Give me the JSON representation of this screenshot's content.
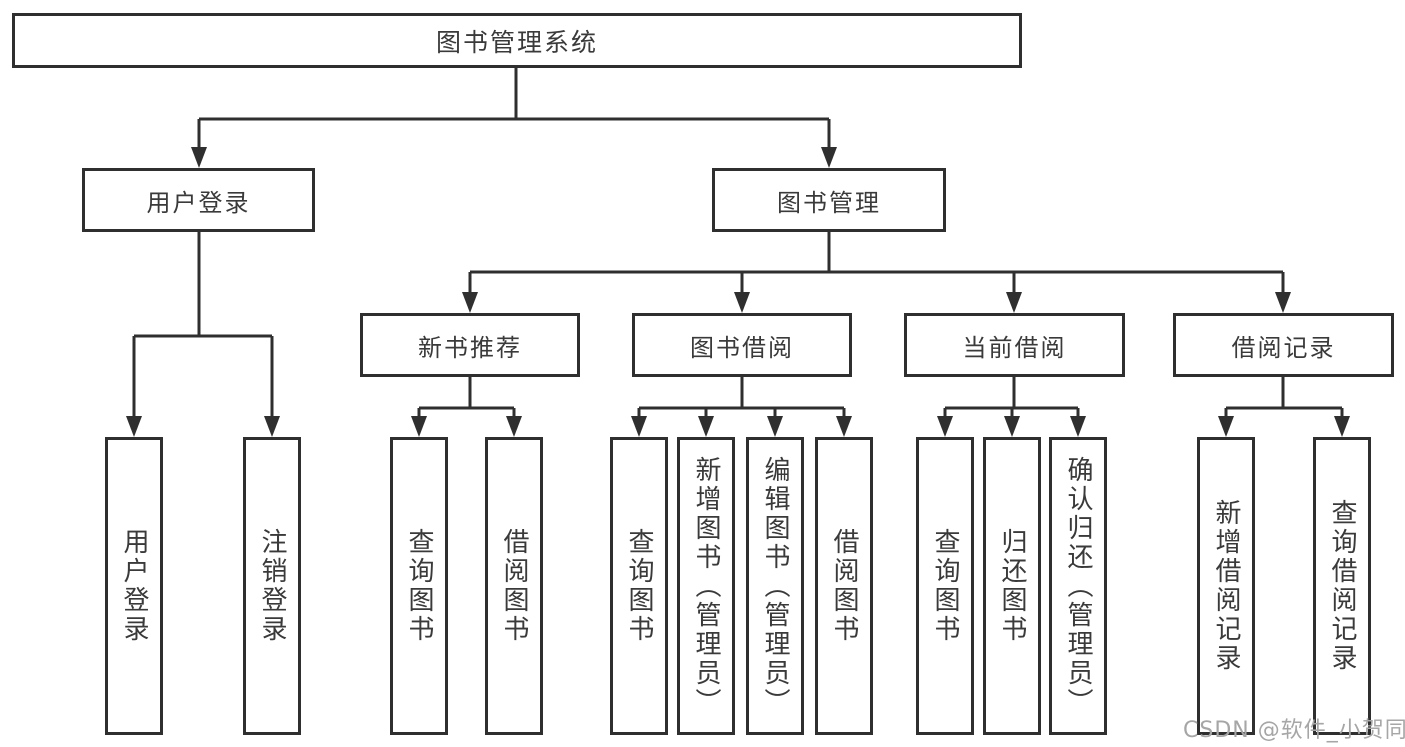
{
  "diagram": {
    "root": {
      "label": "图书管理系统"
    },
    "branches": [
      {
        "label": "用户登录",
        "children": [
          {
            "label": "用户登录"
          },
          {
            "label": "注销登录"
          }
        ]
      },
      {
        "label": "图书管理",
        "children": [
          {
            "label": "新书推荐",
            "children": [
              {
                "label": "查询图书"
              },
              {
                "label": "借阅图书"
              }
            ]
          },
          {
            "label": "图书借阅",
            "children": [
              {
                "label": "查询图书"
              },
              {
                "label": "新增图书（管理员）"
              },
              {
                "label": "编辑图书（管理员）"
              },
              {
                "label": "借阅图书"
              }
            ]
          },
          {
            "label": "当前借阅",
            "children": [
              {
                "label": "查询图书"
              },
              {
                "label": "归还图书"
              },
              {
                "label": "确认归还（管理员）"
              }
            ]
          },
          {
            "label": "借阅记录",
            "children": [
              {
                "label": "新增借阅记录"
              },
              {
                "label": "查询借阅记录"
              }
            ]
          }
        ]
      }
    ],
    "colors": {
      "line": "#2f2f2f",
      "box_border": "#2f2f2f",
      "box_fill": "#ffffff",
      "text": "#3a3a3a",
      "watermark": "#a6a6a6"
    },
    "watermark": "CSDN @软件_小贺同学"
  }
}
